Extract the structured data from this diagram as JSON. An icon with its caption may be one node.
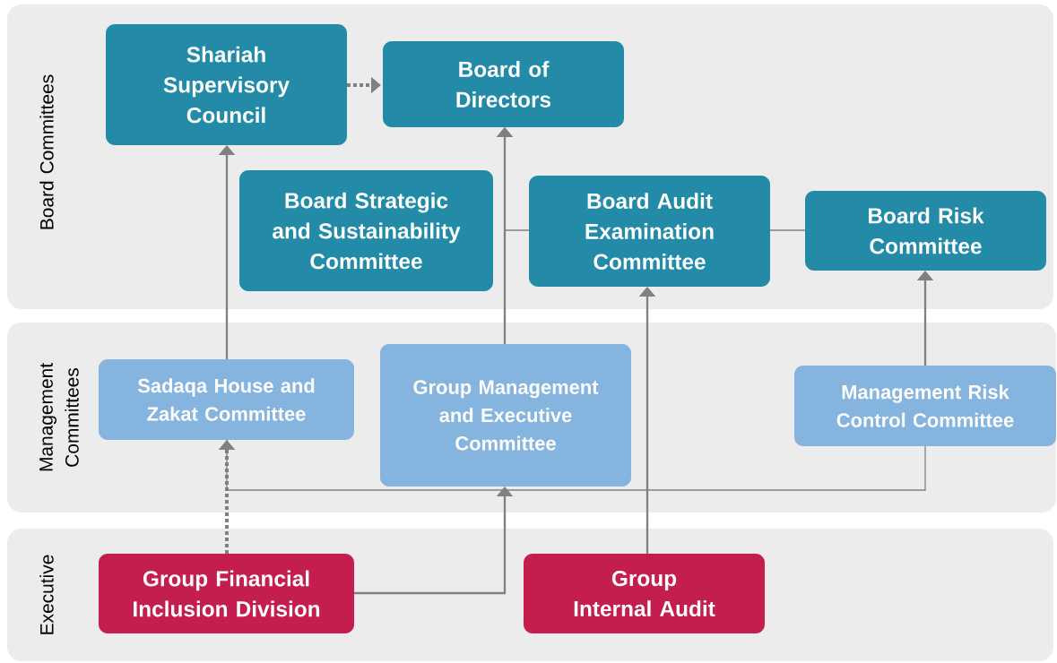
{
  "diagram": {
    "nodes": [
      {
        "text": [
          "Board Committees"
        ]
      },
      {
        "text": [
          "Shariah Supervisory Council"
        ],
        "in": 0
      },
      {
        "text": [
          "Board of Directors"
        ],
        "in": 0
      },
      {
        "text": [
          "Board Strategic and Sustainability Committee"
        ],
        "in": 0
      },
      {
        "text": [
          "Board Audit Examination Committee"
        ],
        "in": 0
      },
      {
        "text": [
          "Board Risk Committee"
        ],
        "in": 0
      },
      {
        "text": [
          "Management Committees"
        ]
      },
      {
        "text": [
          "Sadaqa House and Zakat Committee"
        ],
        "in": 6
      },
      {
        "text": [
          "Group Management and Executive Committee"
        ],
        "in": 6
      },
      {
        "text": [
          "Management Risk Control Committee"
        ],
        "in": 6
      },
      {
        "text": [
          "Executive"
        ]
      },
      {
        "text": [
          "Group Financial Inclusion Division"
        ],
        "in": 10
      },
      {
        "text": [
          "Group Internal Audit"
        ],
        "in": 10
      }
    ],
    "edges": [
      {
        "from": 1,
        "to": 2,
        "arrow": "to",
        "style": "dashed"
      },
      {
        "from": 7,
        "to": 1,
        "arrow": "to"
      },
      {
        "from": 8,
        "to": 2,
        "arrow": "to"
      },
      {
        "from": 4,
        "to": 2,
        "arrow": "to"
      },
      {
        "from": 4,
        "to": 5,
        "arrow": "none"
      },
      {
        "from": 12,
        "to": 4,
        "arrow": "to"
      },
      {
        "from": 9,
        "to": 5,
        "arrow": "to"
      },
      {
        "from": 11,
        "to": 7,
        "arrow": "to",
        "style": "dashed"
      },
      {
        "from": 11,
        "to": 8,
        "arrow": "to"
      },
      {
        "from": 9,
        "to": 7,
        "arrow": "none"
      }
    ]
  }
}
